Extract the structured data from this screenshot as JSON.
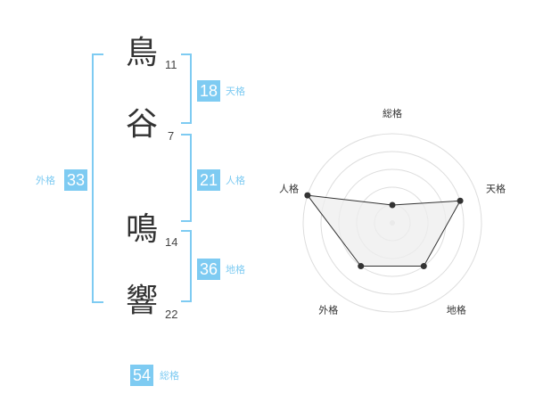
{
  "name": {
    "characters": [
      {
        "char": "鳥",
        "strokes": "11"
      },
      {
        "char": "谷",
        "strokes": "7"
      },
      {
        "char": "鳴",
        "strokes": "14"
      },
      {
        "char": "響",
        "strokes": "22"
      }
    ]
  },
  "fortunes": {
    "tenkaku": {
      "value": "18",
      "label": "天格"
    },
    "jinkaku": {
      "value": "21",
      "label": "人格"
    },
    "chikaku": {
      "value": "36",
      "label": "地格"
    },
    "gaikaku": {
      "value": "33",
      "label": "外格"
    },
    "soukaku": {
      "value": "54",
      "label": "総格"
    }
  },
  "radar": {
    "axes": [
      "総格",
      "天格",
      "地格",
      "外格",
      "人格"
    ],
    "levels": 5,
    "scores": [
      1,
      4,
      3,
      3,
      5
    ],
    "max": 5,
    "fill_color": "#eeeeee",
    "line_color": "#333333",
    "ring_color": "#dddddd"
  }
}
